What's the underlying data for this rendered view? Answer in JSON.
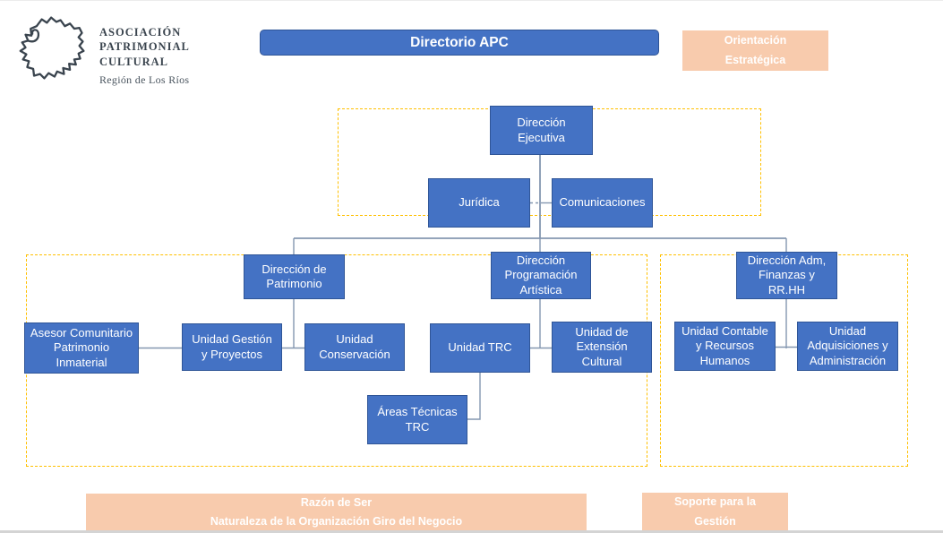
{
  "colors": {
    "node_blue": "#4472C4",
    "node_border_blue": "#2F5597",
    "connector_gray_blue": "#8497B0",
    "group_frame_gold": "#FFC000",
    "annotation_peach": "#F8CBAD",
    "logo_ink": "#3A444E"
  },
  "logo": {
    "org_name": "ASOCIACIÓN\nPATRIMONIAL\nCULTURAL",
    "region": "Región de Los Ríos"
  },
  "title": "Directorio APC",
  "annotations": {
    "orientacion_estrategica": "Orientación\nEstratégica",
    "razon_de_ser": "Razón de Ser\nNaturaleza de la Organización Giro del Negocio",
    "soporte_gestion": "Soporte para la\nGestión"
  },
  "nodes": {
    "direccion_ejecutiva": "Dirección\nEjecutiva",
    "juridica": "Jurídica",
    "comunicaciones": "Comunicaciones",
    "direccion_patrimonio": "Dirección de\nPatrimonio",
    "direccion_programacion_artistica": "Dirección\nProgramación\nArtística",
    "direccion_adm_finanzas_rrhh": "Dirección Adm,\nFinanzas y\nRR.HH",
    "asesor_comunitario": "Asesor Comunitario\nPatrimonio\nInmaterial",
    "unidad_gestion_proyectos": "Unidad Gestión\ny Proyectos",
    "unidad_conservacion": "Unidad\nConservación",
    "unidad_trc": "Unidad TRC",
    "unidad_extension_cultural": "Unidad de\nExtensión\nCultural",
    "unidad_contable_recursos_humanos": "Unidad Contable\ny Recursos\nHumanos",
    "unidad_adquisiciones_administracion": "Unidad\nAdquisiciones y\nAdministración",
    "areas_tecnicas_trc": "Áreas Técnicas\nTRC"
  }
}
